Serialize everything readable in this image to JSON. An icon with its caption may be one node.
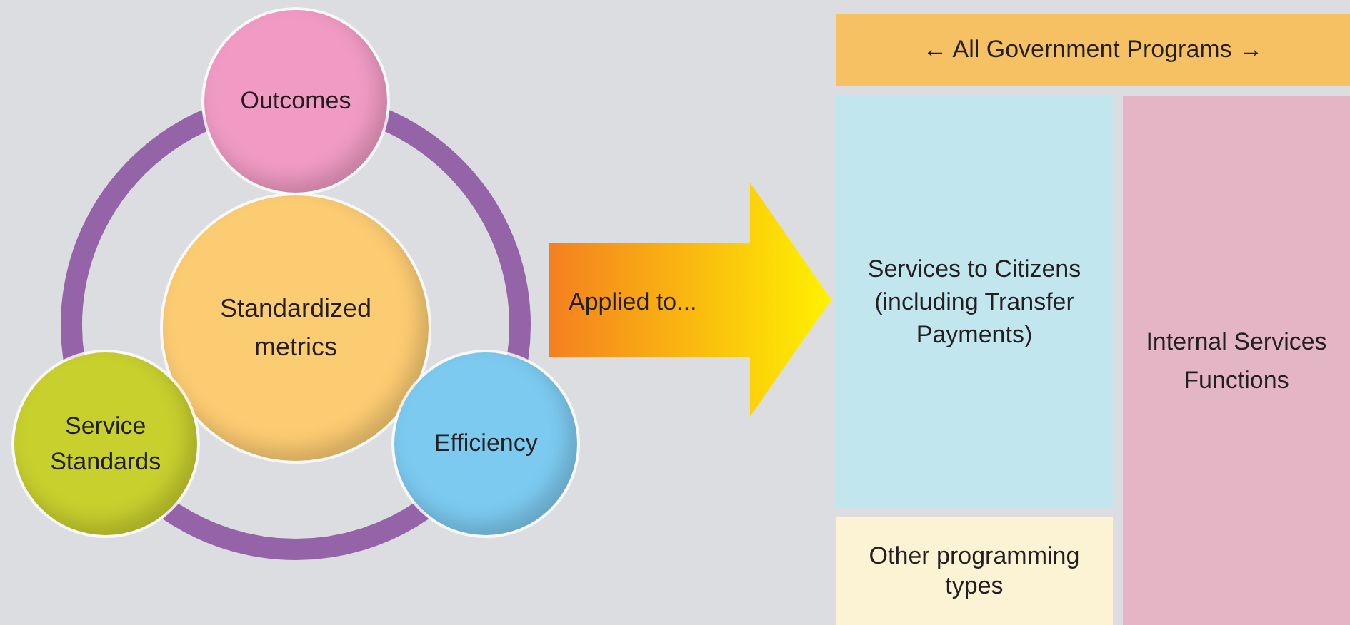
{
  "diagram": {
    "nodes": [
      {
        "text": [
          "Outcomes"
        ]
      },
      {
        "text": [
          "Standardized metrics"
        ]
      },
      {
        "text": [
          "Service Standards"
        ]
      },
      {
        "text": [
          "Efficiency"
        ]
      },
      {
        "text": [
          "← All Government Programs →"
        ]
      },
      {
        "text": [
          "Services to Citizens (including Transfer Payments)"
        ]
      },
      {
        "text": [
          "Internal Services Functions"
        ]
      },
      {
        "text": [
          "Other programming types"
        ]
      }
    ],
    "edges": [
      {
        "from": 0,
        "to": 3,
        "arrow": "none"
      },
      {
        "from": 3,
        "to": 2,
        "arrow": "none"
      },
      {
        "from": 2,
        "to": 0,
        "arrow": "none"
      },
      {
        "from": null,
        "to": 5,
        "arrow": "to",
        "label": "Applied to...",
        "style": "thick",
        "color": "#f47f20"
      }
    ]
  }
}
